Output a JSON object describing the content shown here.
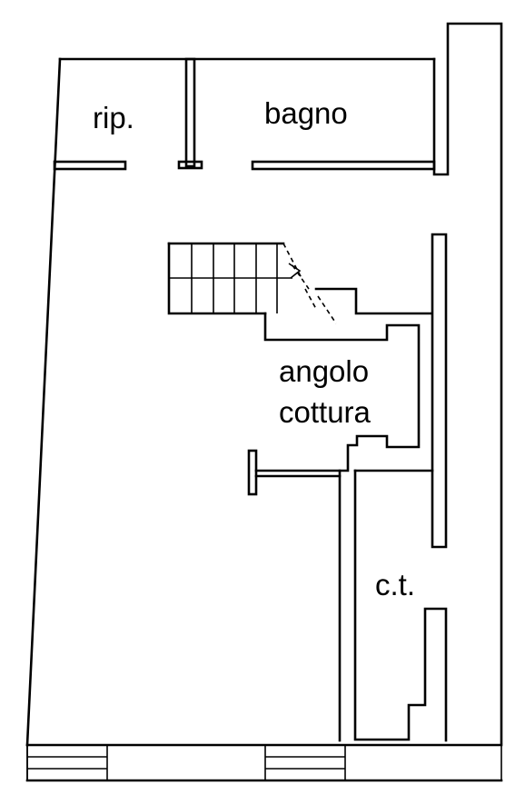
{
  "rooms": {
    "rip": "rip.",
    "bagno": "bagno",
    "angolo_line1": "angolo",
    "angolo_line2": "cottura",
    "ct": "c.t."
  }
}
